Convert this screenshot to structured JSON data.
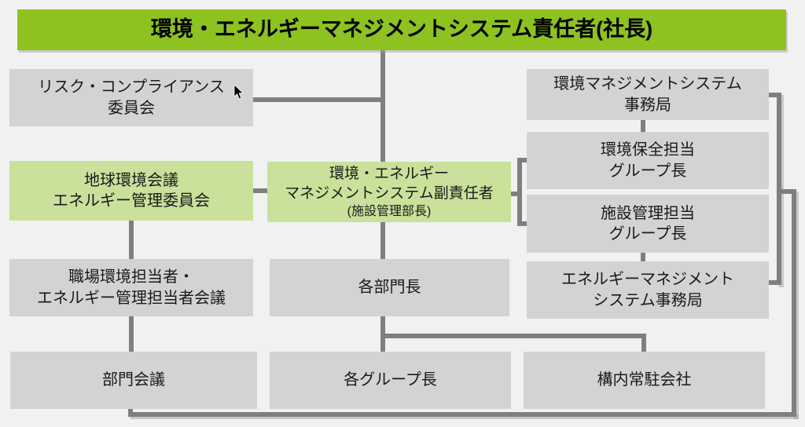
{
  "colors": {
    "page-bg": "#F1F1F1",
    "header-green": "#8EC221",
    "light-green": "#C9E19B",
    "gray-box": "#D3D3D3",
    "line-color": "#7F7F7F"
  },
  "diagram": {
    "type": "org-chart",
    "nodes": {
      "leader": {
        "label": "環境・エネルギーマネジメントシステム責任者(社長)"
      },
      "risk_committee": {
        "line1": "リスク・コンプライアンス",
        "line2": "委員会"
      },
      "global_env_meeting": {
        "line1": "地球環境会議",
        "line2": "エネルギー管理委員会"
      },
      "deputy": {
        "line1": "環境・エネルギー",
        "line2": "マネジメントシステム副責任者",
        "line3": "(施設管理部長)"
      },
      "ems_office": {
        "line1": "環境マネジメントシステム",
        "line2": "事務局"
      },
      "env_group_leader": {
        "line1": "環境保全担当",
        "line2": "グループ長"
      },
      "facility_group_leader": {
        "line1": "施設管理担当",
        "line2": "グループ長"
      },
      "energy_office": {
        "line1": "エネルギーマネジメント",
        "line2": "システム事務局"
      },
      "workplace_meeting": {
        "line1": "職場環境担当者・",
        "line2": "エネルギー管理担当者会議"
      },
      "dept_heads": {
        "line1": "各部門長"
      },
      "dept_meeting": {
        "line1": "部門会議"
      },
      "group_heads": {
        "line1": "各グループ長"
      },
      "onsite_companies": {
        "line1": "構内常駐会社"
      }
    }
  }
}
